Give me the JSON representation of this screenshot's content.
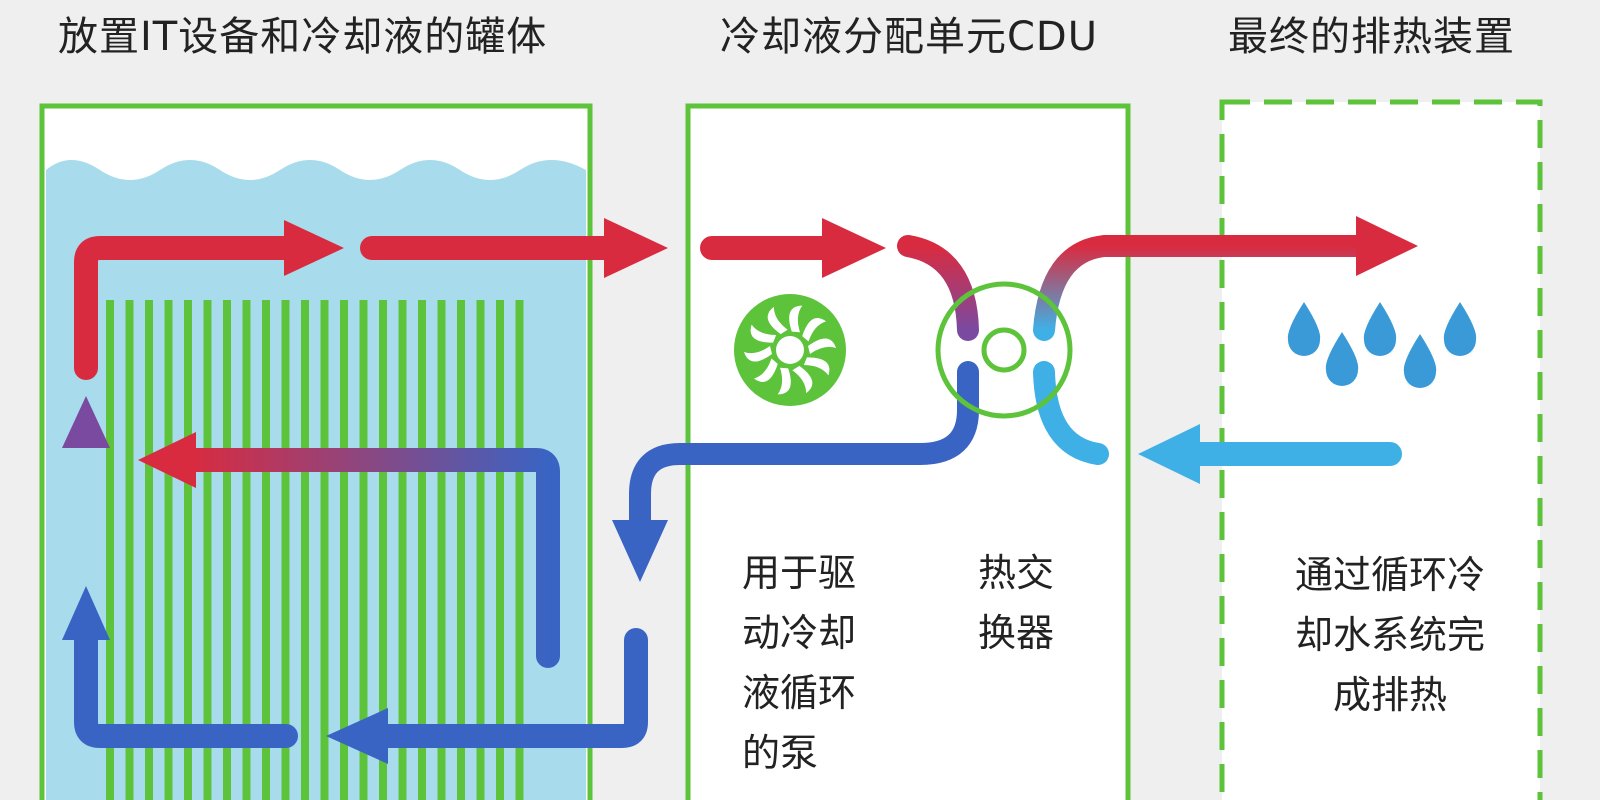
{
  "headings": {
    "tank": "放置IT设备和冷却液的罐体",
    "cdu": "冷却液分配单元CDU",
    "rejection": "最终的排热装置"
  },
  "labels": {
    "pump": [
      "用于驱",
      "动冷却",
      "液循环",
      "的泵"
    ],
    "heat_exchanger": [
      "热交",
      "换器"
    ],
    "rejection": [
      "通过循环冷",
      "却水系统完",
      "成排热"
    ]
  },
  "colors": {
    "box_border": "#5cc33a",
    "liquid": "#a8dcec",
    "hot_flow": "#d92b40",
    "cool_flow": "#3a64c4",
    "water_flow": "#3fb0e6",
    "water_drop": "#3a9ad8",
    "fan": "#5cc33a"
  },
  "icons": [
    "fan-icon",
    "heat-exchanger-icon",
    "water-drop-icon"
  ]
}
